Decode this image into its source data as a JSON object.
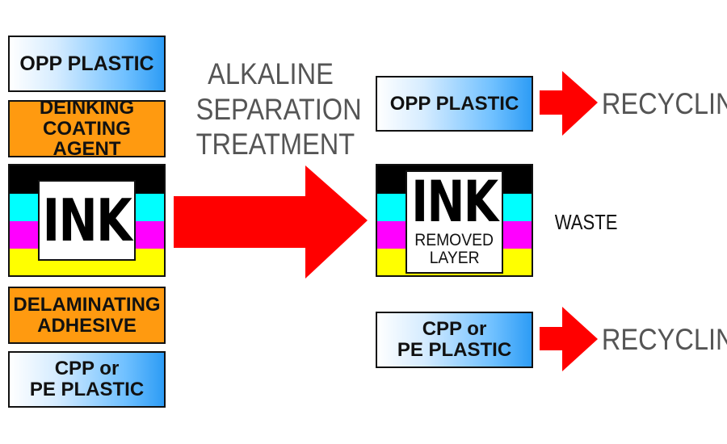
{
  "left_stack": {
    "opp_plastic": "OPP PLASTIC",
    "deinking_line1": "DEINKING",
    "deinking_line2": "COATING AGENT",
    "ink": "INK",
    "delaminating_line1": "DELAMINATING",
    "delaminating_line2": "ADHESIVE",
    "cpp_line1": "CPP or",
    "cpp_line2": "PE PLASTIC"
  },
  "process": {
    "line1": "ALKALINE",
    "line2": "SEPARATION",
    "line3": "TREATMENT"
  },
  "outputs": {
    "opp_plastic": "OPP PLASTIC",
    "ink": "INK",
    "removed_line1": "REMOVED",
    "removed_line2": "LAYER",
    "waste": "WASTE",
    "cpp_line1": "CPP or",
    "cpp_line2": "PE PLASTIC",
    "recycling_top": "RECYCLING",
    "recycling_bottom": "RECYCLING"
  },
  "colors": {
    "arrow": "#ff0000",
    "orange_box": "#ff9a10",
    "blue_box": "#2d9cf5",
    "ink_bands": [
      "#000000",
      "#00ffff",
      "#ff00ff",
      "#ffff00"
    ]
  }
}
